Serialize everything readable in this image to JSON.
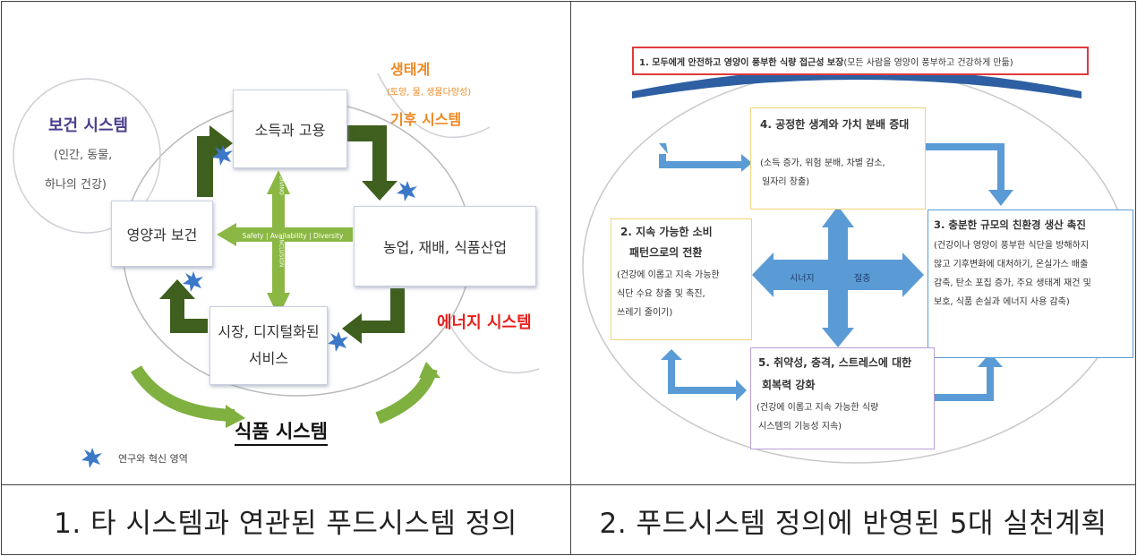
{
  "left": {
    "ecosystem": {
      "title": "생태계",
      "sub": "(토양, 물, 생물다양성)",
      "climate": "기후 시스템"
    },
    "health": {
      "title": "보건 시스템",
      "line1": "(인간, 동물,",
      "line2": "하나의 건강)"
    },
    "boxes": {
      "income": "소득과 고용",
      "nutrition": "영양과 보건",
      "agriculture": "농업, 재배, 식품산업",
      "market_line1": "시장, 디지털화된",
      "market_line2": "서비스"
    },
    "cross": {
      "horizontal": "Safety | Availability | Diversity",
      "vertical_top": "DIVINO",
      "vertical_bottom": "INCLUSION"
    },
    "energy": "에너지 시스템",
    "food_system": "식품 시스템",
    "legend": "연구와 혁신 영역",
    "colors": {
      "dark_green": "#3f5f1e",
      "light_green": "#8bb844",
      "orange": "#f08a24",
      "red": "#e8211c",
      "blue_star": "#3b78c8",
      "purple": "#4a3f8c"
    }
  },
  "right": {
    "top_banner": {
      "bold": "1. 모두에게 안전하고 영양이 풍부한 식량 접근성 보장",
      "rest": "(모든 사람을 영양이 풍부하고 건강하게 만듦)"
    },
    "item4": {
      "title": "4. 공정한 생계와 가치 분배 증대",
      "l1": "(소득 증가, 위험 분배, 차별 감소,",
      "l2": "일자리 창출)"
    },
    "item2": {
      "t1": "2. 지속 가능한 소비",
      "t2": "패턴으로의 전환",
      "l1": "(건강에 이롭고 지속 가능한",
      "l2": "식단 수요 창출 및 촉진,",
      "l3": "쓰레기 줄이기)"
    },
    "item3": {
      "title": "3. 충분한 규모의 친환경 생산 촉진",
      "l1": "(건강이나 영양이 풍부한 식단을 방해하지",
      "l2": "않고 기후변화에 대처하기, 온실가스 배출",
      "l3": "감축, 탄소 포집 증가, 주요 생태계 재건 및",
      "l4": "보호, 식품 손실과 에너지 사용 감축)"
    },
    "item5": {
      "t1": "5. 취약성, 충격, 스트레스에 대한",
      "t2": "회복력 강화",
      "l1": "(건강에 이롭고 지속 가능한 식량",
      "l2": "시스템의 기능성 지속)"
    },
    "center": {
      "left": "시너지",
      "right": "절충"
    },
    "colors": {
      "arrow_blue": "#5b9bd5",
      "dark_blue": "#2e5fa3"
    }
  },
  "captions": {
    "left": "1. 타 시스템과 연관된 푸드시스템 정의",
    "right": "2. 푸드시스템 정의에 반영된 5대 실천계획"
  }
}
